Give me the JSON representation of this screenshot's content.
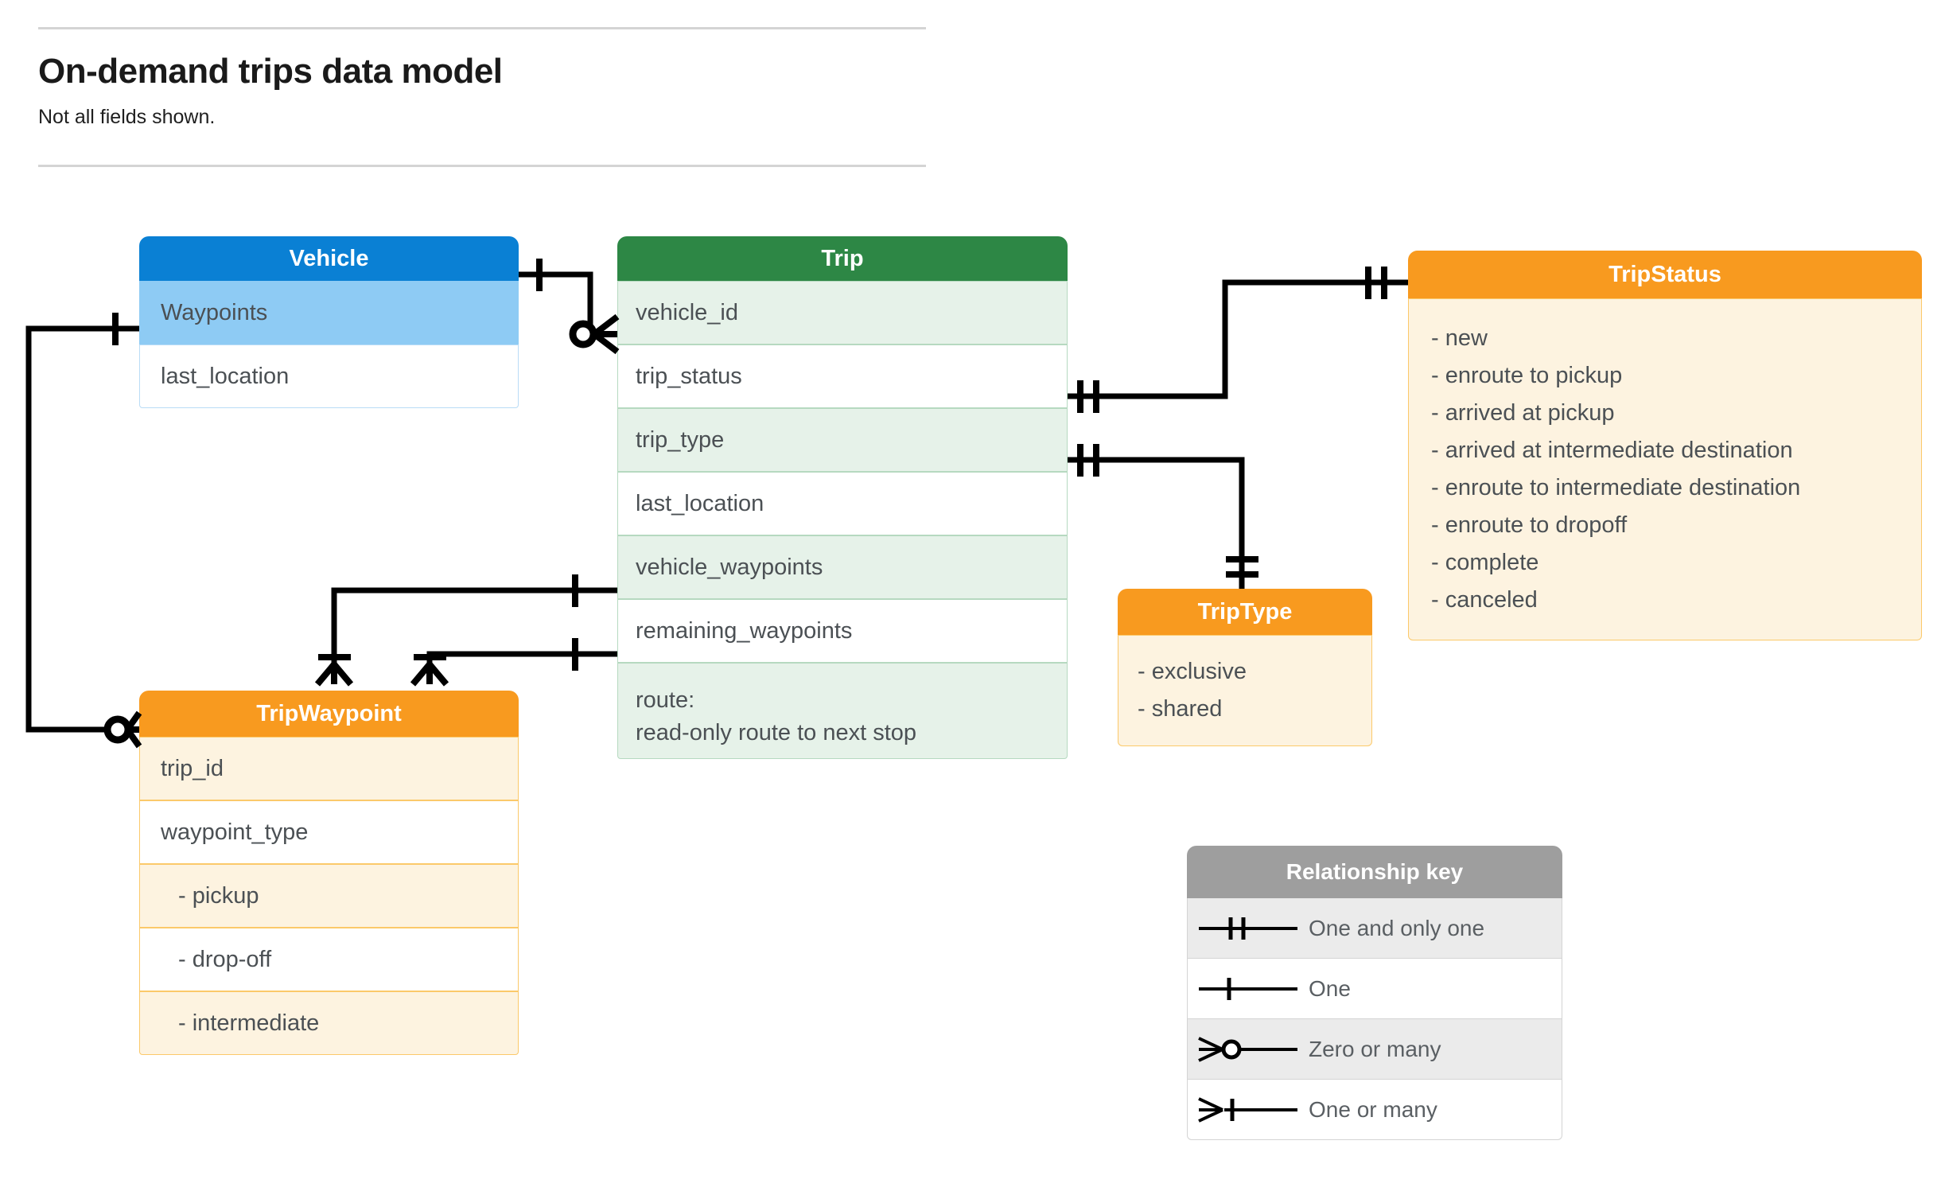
{
  "header": {
    "title": "On-demand trips data model",
    "subtitle": "Not all fields shown."
  },
  "colors": {
    "vehicle_header": "#0a80d4",
    "vehicle_row": "#8ecbf4",
    "trip_header": "#2d8745",
    "trip_row": "#e6f2e9",
    "orange_header": "#f89a1f",
    "orange_row": "#fdf3e0",
    "key_header": "#9e9e9e",
    "text": "#4b5054",
    "line": "#000000"
  },
  "entities": {
    "vehicle": {
      "title": "Vehicle",
      "rows": [
        {
          "label": "Waypoints"
        },
        {
          "label": "last_location"
        }
      ]
    },
    "trip": {
      "title": "Trip",
      "rows": [
        {
          "label": "vehicle_id"
        },
        {
          "label": "trip_status"
        },
        {
          "label": "trip_type"
        },
        {
          "label": "last_location"
        },
        {
          "label": "vehicle_waypoints"
        },
        {
          "label": "remaining_waypoints"
        }
      ],
      "note_line1": "route:",
      "note_line2": "read-only route to next stop"
    },
    "tripwaypoint": {
      "title": "TripWaypoint",
      "rows": [
        {
          "label": "trip_id"
        },
        {
          "label": "waypoint_type"
        },
        {
          "label": "-  pickup"
        },
        {
          "label": "-  drop-off"
        },
        {
          "label": "-  intermediate"
        }
      ]
    },
    "tripstatus": {
      "title": "TripStatus",
      "values": [
        "- new",
        "- enroute to pickup",
        "- arrived at pickup",
        "- arrived at intermediate destination",
        "- enroute to intermediate destination",
        "- enroute to dropoff",
        "- complete",
        "- canceled"
      ]
    },
    "triptype": {
      "title": "TripType",
      "values": [
        "- exclusive",
        "- shared"
      ]
    }
  },
  "relationship_key": {
    "title": "Relationship key",
    "items": [
      {
        "symbol": "one-and-only-one",
        "label": "One and only one"
      },
      {
        "symbol": "one",
        "label": "One"
      },
      {
        "symbol": "zero-or-many",
        "label": "Zero or many"
      },
      {
        "symbol": "one-or-many",
        "label": "One or many"
      }
    ]
  },
  "relationships": [
    {
      "from": "Vehicle",
      "from_cardinality": "one",
      "to": "Trip.vehicle_id",
      "to_cardinality": "zero-or-many"
    },
    {
      "from": "Vehicle.Waypoints",
      "from_cardinality": "one",
      "to": "TripWaypoint",
      "to_cardinality": "zero-or-many"
    },
    {
      "from": "Trip.trip_status",
      "from_cardinality": "one-and-only-one",
      "to": "TripStatus",
      "to_cardinality": "one-and-only-one"
    },
    {
      "from": "Trip.trip_type",
      "from_cardinality": "one-and-only-one",
      "to": "TripType",
      "to_cardinality": "one-and-only-one"
    },
    {
      "from": "Trip.vehicle_waypoints",
      "from_cardinality": "one",
      "to": "TripWaypoint",
      "to_cardinality": "one-or-many"
    },
    {
      "from": "Trip.remaining_waypoints",
      "from_cardinality": "one",
      "to": "TripWaypoint",
      "to_cardinality": "one-or-many"
    }
  ]
}
